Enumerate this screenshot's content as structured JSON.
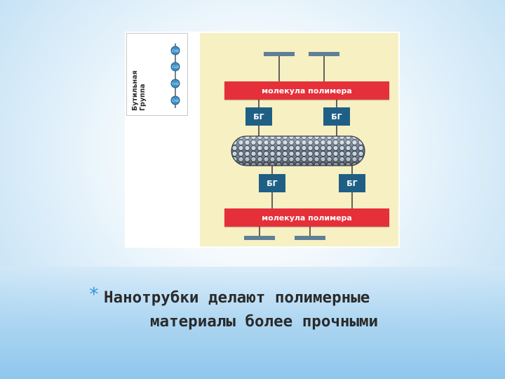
{
  "diagram": {
    "legend": {
      "label_line1": "Бутильная",
      "label_line2": "Группа",
      "atom_label": "CH3"
    },
    "polymer_top": "молекула полимера",
    "polymer_bottom": "молекула полимера",
    "group_labels": [
      "БГ",
      "БГ",
      "БГ",
      "БГ"
    ],
    "colors": {
      "background": "#f6f0c3",
      "polymer_bar": "#e5303a",
      "group_box": "#1f5f86",
      "nanotube": "#5a6a7a"
    }
  },
  "caption": {
    "bullet": "*",
    "line1": "Нанотрубки делают полимерные",
    "line2": "материалы более прочными"
  }
}
